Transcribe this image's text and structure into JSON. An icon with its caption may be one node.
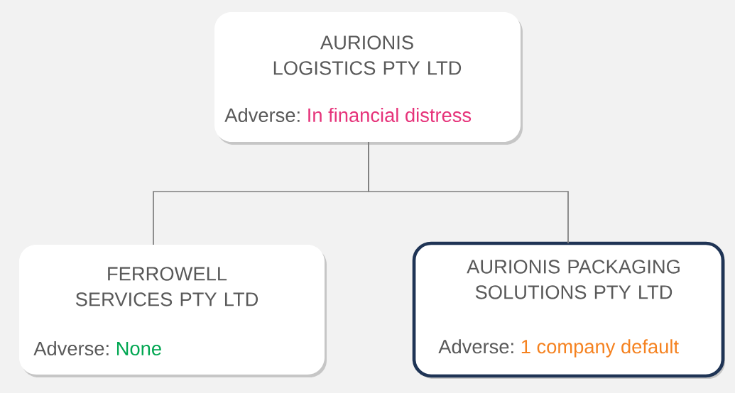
{
  "diagram": {
    "nodes": [
      {
        "text": [
          "AURIONIS LOGISTICS PTY LTD",
          "Adverse:",
          "In financial distress"
        ]
      },
      {
        "text": [
          "FERROWELL SERVICES PTY LTD",
          "Adverse:",
          "None"
        ]
      },
      {
        "text": [
          "AURIONIS PACKAGING SOLUTIONS PTY LTD",
          "Adverse:",
          "1 company default"
        ]
      }
    ],
    "edges": [
      {
        "from": 0,
        "to": 1,
        "arrow": "none"
      },
      {
        "from": 0,
        "to": 2,
        "arrow": "none"
      }
    ]
  }
}
